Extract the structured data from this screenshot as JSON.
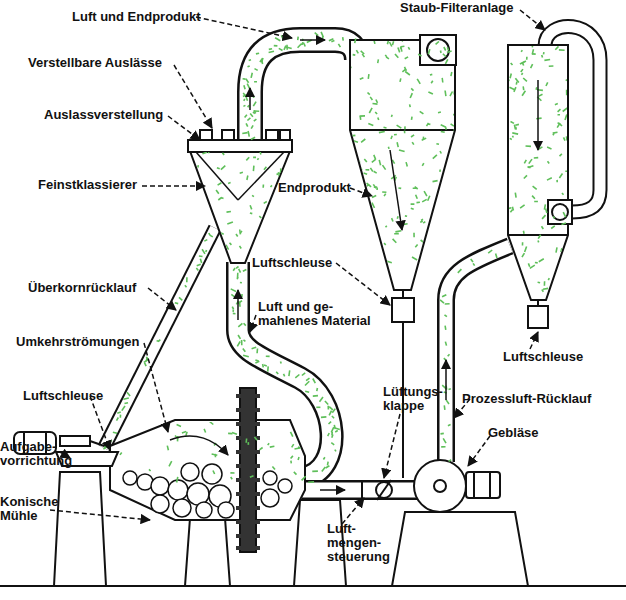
{
  "diagram": {
    "labels": [
      "Luft und Endprodukt",
      "Staub-Filteranlage",
      "Verstellbare Auslässe",
      "Auslassverstellung",
      "Feinstklassierer",
      "Endprodukt",
      "Luftschleuse",
      "Überkornrücklauf",
      "Luft und ge- mahlenes Material",
      "Luftschleuse",
      "Umkehrströmungen",
      "Lüftungs- klappe",
      "Prozessluft-Rücklauf",
      "Luftschleuse",
      "Gebläse",
      "Aufgabe- vorrichtung",
      "Konische Mühle",
      "Luft- mengen- steuerung"
    ]
  }
}
